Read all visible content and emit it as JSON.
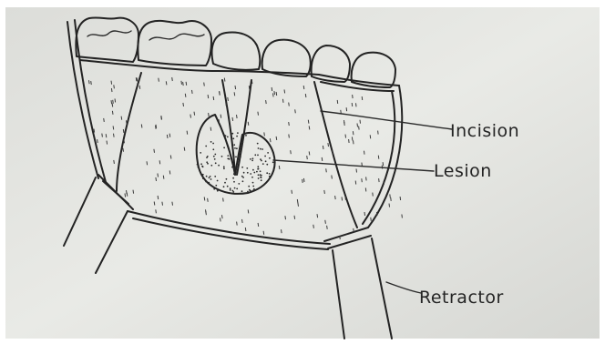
{
  "diagram": {
    "labels": {
      "incision": "Incision",
      "lesion": "Lesion",
      "retractor": "Retractor"
    },
    "colors": {
      "paper": "#e7e8e4",
      "paper_shadow": "#cfd0cc",
      "ink": "#232323"
    }
  }
}
